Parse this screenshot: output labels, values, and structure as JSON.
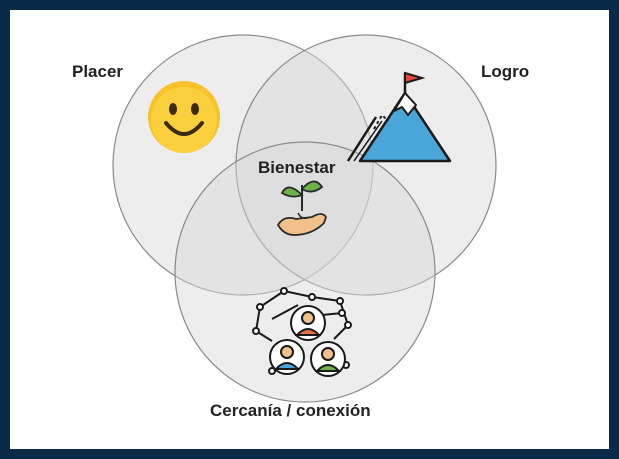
{
  "diagram": {
    "circles": [
      {
        "id": "placer",
        "label": "Placer"
      },
      {
        "id": "logro",
        "label": "Logro"
      },
      {
        "id": "cercania",
        "label": "Cercanía / conexión"
      }
    ],
    "center_label": "Bienestar"
  },
  "icons": {
    "placer": "smiley-face-icon",
    "logro": "mountain-flag-icon",
    "bienestar": "sprout-hand-icon",
    "cercania": "people-network-icon"
  },
  "colors": {
    "background": "#0a2a4a",
    "circle_fill": "#d6d6d6",
    "circle_stroke": "#8a8a8a",
    "smiley_yellow": "#f7c12a",
    "mountain_blue": "#4aa6d9",
    "flag_red": "#e8453c",
    "leaf_green": "#6bb34a",
    "hand_skin": "#f2c08a"
  }
}
